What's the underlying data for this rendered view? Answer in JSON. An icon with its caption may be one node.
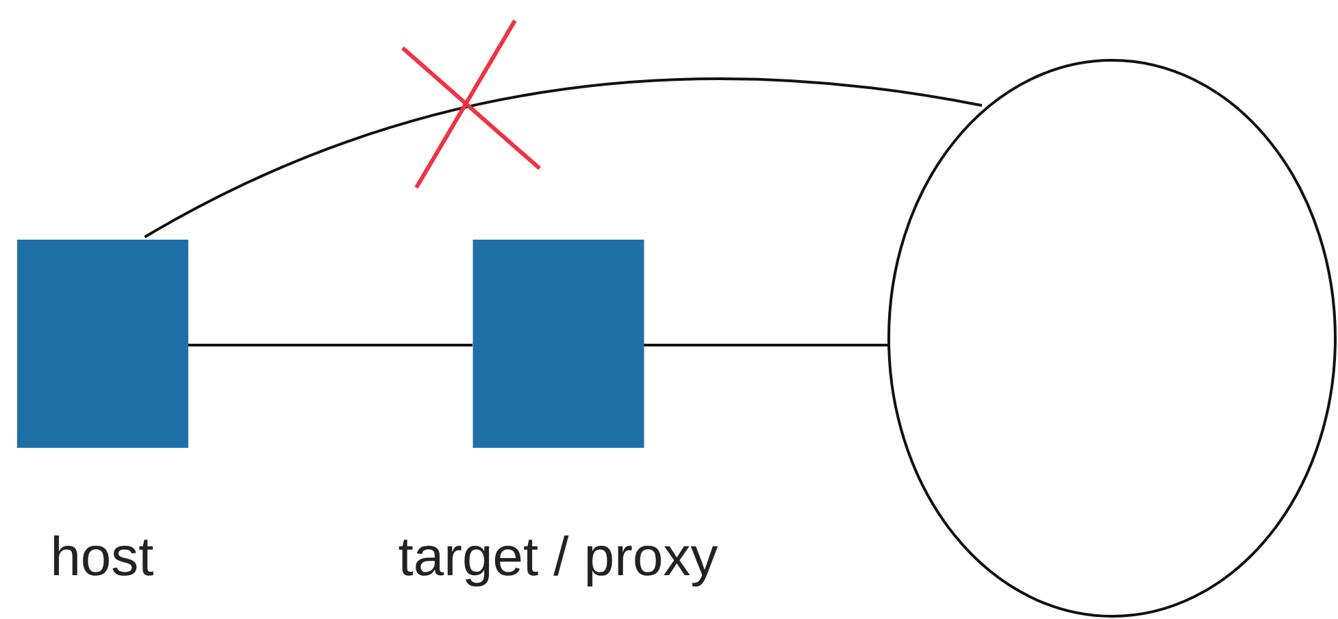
{
  "diagram": {
    "nodes": [
      {
        "text": [
          "host"
        ]
      },
      {
        "text": [
          "target / proxy"
        ]
      },
      {
        "text": [],
        "shape": "circle"
      }
    ],
    "edges": [
      {
        "from": 0,
        "to": 1,
        "arrow": "none"
      },
      {
        "from": 1,
        "to": 2,
        "arrow": "none"
      },
      {
        "from": 0,
        "to": 2,
        "arrow": "none"
      }
    ]
  }
}
